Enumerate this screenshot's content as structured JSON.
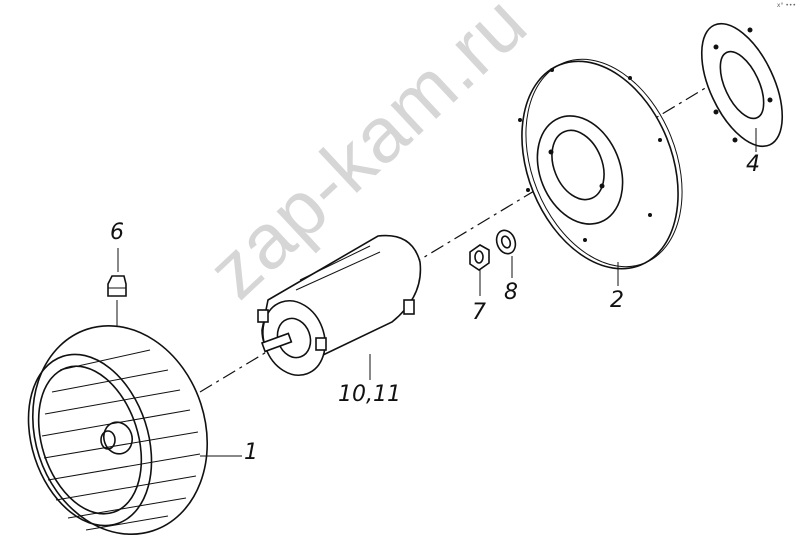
{
  "callouts": {
    "fan": "1",
    "flange_plate": "2",
    "gasket": "4",
    "fitting": "6",
    "nut": "7",
    "washer": "8",
    "motor": "10,11"
  },
  "watermark": "zap-kam.ru",
  "corner_mark": "x° •••"
}
